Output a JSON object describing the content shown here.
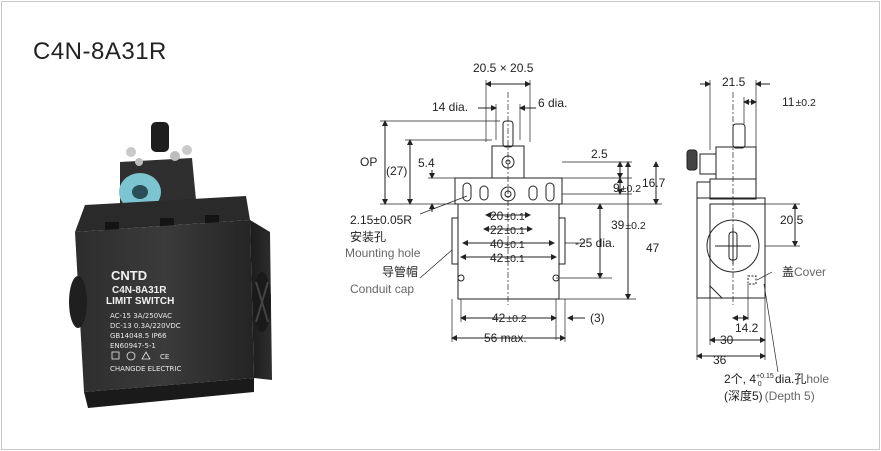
{
  "title": "C4N-8A31R",
  "product": {
    "brand": "CNTD",
    "model": "C4N-8A31R",
    "type": "LIMIT SWITCH",
    "spec1": "AC-15  3A/250VAC",
    "spec2": "DC-13  0.3A/220VDC",
    "spec3": "GB14048.5  IP66",
    "spec4": "EN60947-5-1",
    "maker": "CHANGDE ELECTRIC"
  },
  "front_view": {
    "top_span": "20.5 × 20.5",
    "roller_dia": "14 dia.",
    "shaft_dia": "6 dia.",
    "op": "OP",
    "op_val": "(27)",
    "v54": "5.4",
    "v25": "2.5",
    "v9": "9",
    "v9_tol": "±0.2",
    "v167": "16.7",
    "v39": "39",
    "v39_tol": "±0.2",
    "v47": "47",
    "v20": "20",
    "v20_tol": "±0.1",
    "v22": "22",
    "v22_tol": "±0.1",
    "v40": "40",
    "v40_tol": "±0.1",
    "v42": "42",
    "v42_tol": "±0.1",
    "dia25": "25 dia.",
    "hole_r": "2.15±0.05R",
    "mount_cn": "安装孔",
    "mount_en": "Mounting hole",
    "conduit_cn": "导管帽",
    "conduit_en": "Conduit cap",
    "bottom42": "42",
    "bottom42_tol": "±0.2",
    "paren3": "(3)",
    "max56": "56 max."
  },
  "side_view": {
    "v215": "21.5",
    "v11": "11",
    "v11_tol": "±0.2",
    "v205": "20.5",
    "cover_cn": "盖",
    "cover_en": "Cover",
    "v142": "14.2",
    "v30": "30",
    "v36": "36",
    "hole_note_a": "2个, 4",
    "hole_sup": "+0.15",
    "hole_sub": "0",
    "hole_note_b": " dia.孔",
    "hole_note_c": "hole",
    "depth_cn": "(深度5)",
    "depth_en": "(Depth 5)"
  }
}
